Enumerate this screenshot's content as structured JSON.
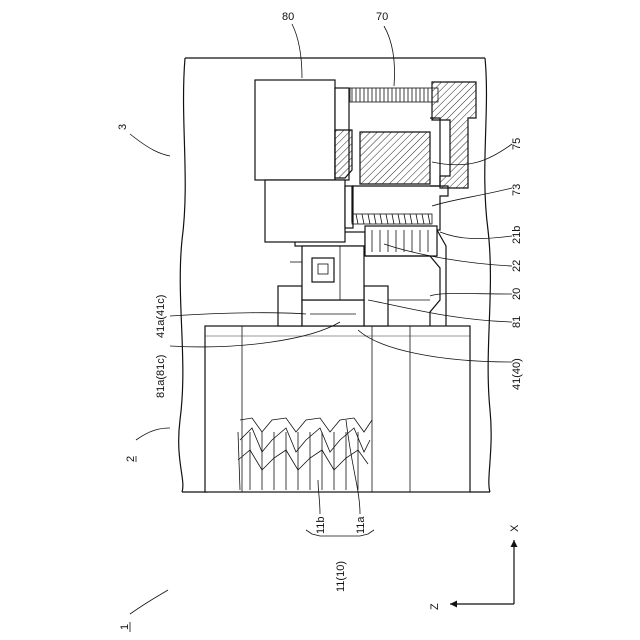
{
  "labels": {
    "assembly": "1",
    "board_2": "2",
    "board_3": "3",
    "l80": "80",
    "l70": "70",
    "l75": "75",
    "l73": "73",
    "l21b": "21b",
    "l22": "22",
    "l20": "20",
    "l81": "81",
    "l41_40": "41(40)",
    "l41a": "41a(41c)",
    "l81a": "81a(81c)",
    "l11b": "11b",
    "l11a": "11a",
    "l11_10": "11(10)",
    "axis_x": "X",
    "axis_z": "Z"
  }
}
